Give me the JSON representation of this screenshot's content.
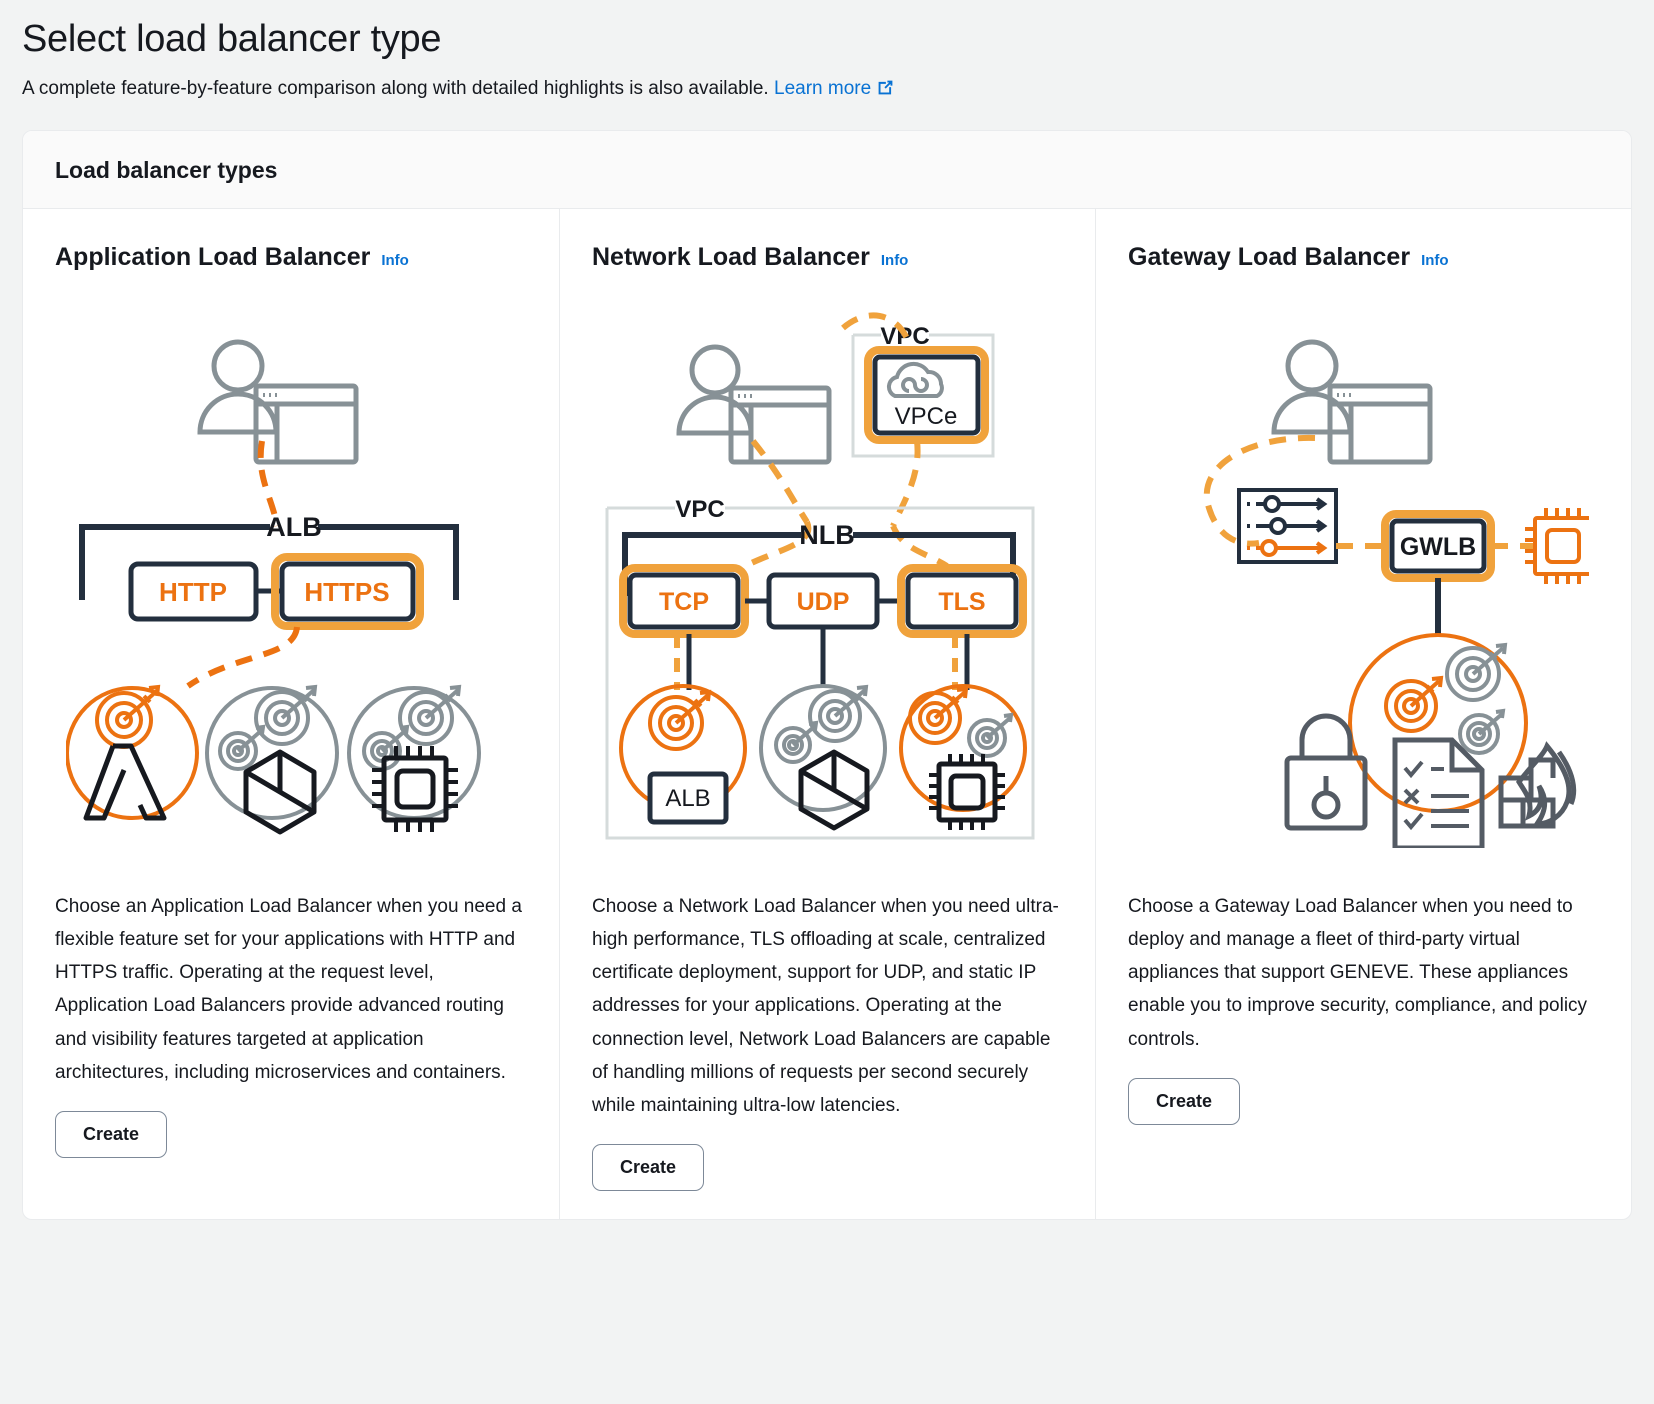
{
  "header": {
    "title": "Select load balancer type",
    "subtitle": "A complete feature-by-feature comparison along with detailed highlights is also available.",
    "learn_more_label": "Learn more",
    "external_link_icon": "external-link-icon"
  },
  "section": {
    "title": "Load balancer types"
  },
  "colors": {
    "accent_orange": "#ec7211",
    "accent_amber": "#f0a23c",
    "dark_navy": "#232f3e",
    "gray": "#879196",
    "link_blue": "#0972d3",
    "border": "#e9ebed",
    "page_bg": "#f2f3f3"
  },
  "columns": [
    {
      "id": "application-load-balancer",
      "title": "Application Load Balancer",
      "info_label": "Info",
      "description": "Choose an Application Load Balancer when you need a flexible feature set for your applications with HTTP and HTTPS traffic. Operating at the request level, Application Load Balancers provide advanced routing and visibility features targeted at application architectures, including microservices and containers.",
      "create_label": "Create",
      "diagram": {
        "name": "alb-architecture-diagram",
        "lb_label": "ALB",
        "listeners": [
          {
            "label": "HTTP",
            "highlighted": false
          },
          {
            "label": "HTTPS",
            "highlighted": true
          }
        ],
        "targets": [
          {
            "icon": "lambda-icon",
            "highlighted": true
          },
          {
            "icon": "container-icon",
            "highlighted": false
          },
          {
            "icon": "ec2-instance-icon",
            "highlighted": false
          }
        ],
        "client_icon": "user-browser-icon"
      }
    },
    {
      "id": "network-load-balancer",
      "title": "Network Load Balancer",
      "info_label": "Info",
      "description": "Choose a Network Load Balancer when you need ultra-high performance, TLS offloading at scale, centralized certificate deployment, support for UDP, and static IP addresses for your applications. Operating at the connection level, Network Load Balancers are capable of handling millions of requests per second securely while maintaining ultra-low latencies.",
      "create_label": "Create",
      "diagram": {
        "name": "nlb-architecture-diagram",
        "lb_label": "NLB",
        "vpc_label_top": "VPC",
        "vpc_label_bottom": "VPC",
        "vpce_label": "VPCe",
        "listeners": [
          {
            "label": "TCP",
            "highlighted": true
          },
          {
            "label": "UDP",
            "highlighted": false
          },
          {
            "label": "TLS",
            "highlighted": true
          }
        ],
        "targets": [
          {
            "icon": "alb-target-icon",
            "label": "ALB",
            "highlighted": true
          },
          {
            "icon": "container-icon",
            "label": "",
            "highlighted": false
          },
          {
            "icon": "ec2-instance-icon",
            "label": "",
            "highlighted": true
          }
        ],
        "client_icon": "user-browser-icon"
      }
    },
    {
      "id": "gateway-load-balancer",
      "title": "Gateway Load Balancer",
      "info_label": "Info",
      "description": "Choose a Gateway Load Balancer when you need to deploy and manage a fleet of third-party virtual appliances that support GENEVE. These appliances enable you to improve security, compliance, and policy controls.",
      "create_label": "Create",
      "diagram": {
        "name": "gwlb-architecture-diagram",
        "lb_label": "GWLB",
        "route_table_icon": "route-rules-icon",
        "instance_icon": "ec2-instance-icon",
        "appliance_icons": [
          "lock-icon",
          "compliance-checklist-icon",
          "firewall-icon"
        ],
        "client_icon": "user-browser-icon"
      }
    }
  ]
}
